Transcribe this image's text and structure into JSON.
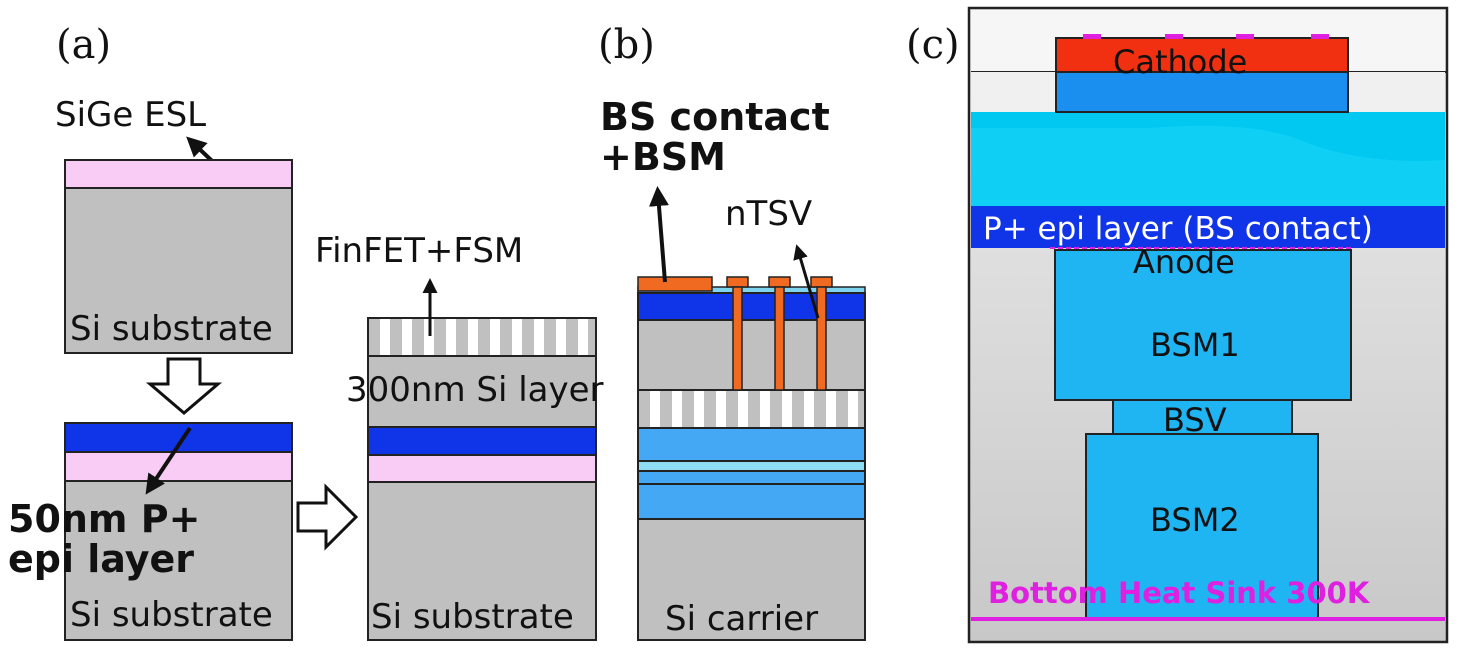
{
  "panels": {
    "a": "(a)",
    "b": "(b)",
    "c": "(c)"
  },
  "panel_a": {
    "sige_esl": "SiGe ESL",
    "si_substrate_top": "Si substrate",
    "epi_line1": "50nm P+",
    "epi_line2": "epi layer",
    "si_substrate_bottom": "Si substrate",
    "finfet_fsm": "FinFET+FSM",
    "si_layer_300nm": "300nm Si layer",
    "si_substrate_right": "Si substrate"
  },
  "panel_b": {
    "bs_contact_line1": "BS contact",
    "bs_contact_line2": "+BSM",
    "ntsv": "nTSV",
    "si_carrier": "Si carrier"
  },
  "panel_c": {
    "cathode": "Cathode",
    "p_epi": "P+ epi layer (BS contact)",
    "anode": "Anode",
    "bsm1": "BSM1",
    "bsv": "BSV",
    "bsm2": "BSM2",
    "heat_sink": "Bottom Heat Sink 300K"
  },
  "colors": {
    "si_gray": "#c0c0c0",
    "sige_pink": "#f9ccf5",
    "p_epi_blue": "#1035e8",
    "metal_orange": "#f06a22",
    "light_blue": "#45a8f5",
    "cyan": "#00c8f0",
    "sky_blue": "#1fb4f2",
    "cathode_red": "#f03010",
    "magenta": "#e020e0"
  }
}
